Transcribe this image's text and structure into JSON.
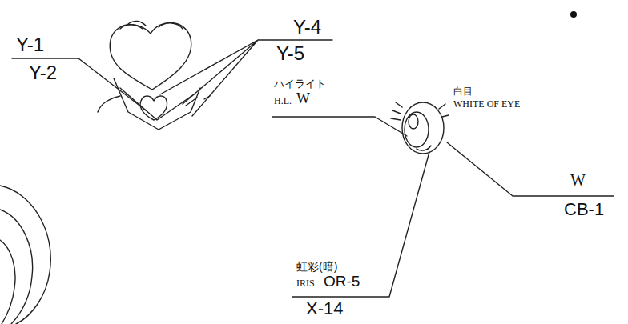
{
  "diagram": {
    "labels": [
      "Y-1",
      "Y-2",
      "Y-4",
      "Y-5",
      "ハイライト",
      "H.L.",
      "W",
      "白目",
      "WHITE OF EYE",
      "W",
      "CB-1",
      "虹彩(暗)",
      "IRIS",
      "OR-5",
      "X-14"
    ]
  }
}
